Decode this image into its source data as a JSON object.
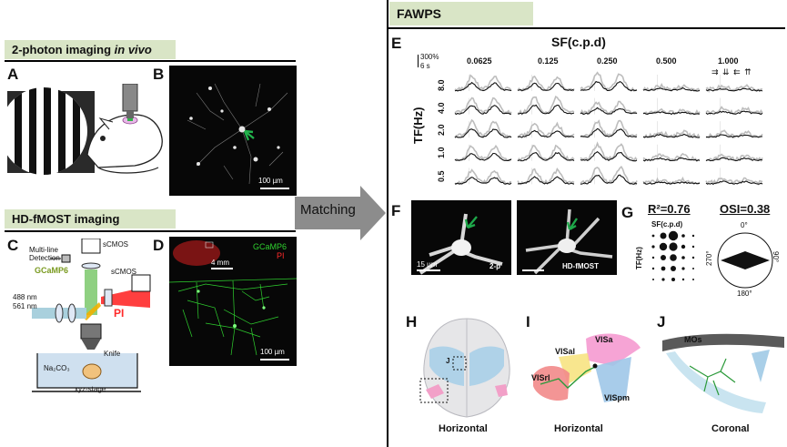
{
  "left": {
    "section1_title_plain": "2-photon imaging ",
    "section1_title_italic": "in vivo",
    "section2_title": "HD-fMOST imaging",
    "panel_A": "A",
    "panel_B": "B",
    "panel_C": "C",
    "panel_D": "D",
    "b_scale": "100 µm",
    "c_labels": {
      "multiline": "Multi-line",
      "detection": "Detection",
      "scmos_top": "sCMOS",
      "gcamp": "GCaMP6",
      "scmos_right": "sCMOS",
      "l488": "488 nm",
      "l561": "561 nm",
      "pi": "PI",
      "knife": "Knife",
      "na2co3": "Na₂CO₃",
      "stage": "xyz-stage"
    },
    "d_labels": {
      "gcamp": "GCaMP6",
      "pi": "PI",
      "scale_mm": "4 mm",
      "scale_um": "100 µm"
    }
  },
  "middle": {
    "matching": "Matching"
  },
  "right": {
    "title": "FAWPS",
    "panel_E": "E",
    "panel_F": "F",
    "panel_G": "G",
    "panel_H": "H",
    "panel_I": "I",
    "panel_J": "J",
    "sf_title": "SF(c.p.d)",
    "sf_values": [
      "0.0625",
      "0.125",
      "0.250",
      "0.500",
      "1.000"
    ],
    "tf_axis": "TF(Hz)",
    "tf_values": [
      "8.0",
      "4.0",
      "2.0",
      "1.0",
      "0.5"
    ],
    "scale_pct": "300%",
    "scale_time": "6 s",
    "f_label_2p": "2-p",
    "f_label_hd": "HD-fMOST",
    "f_scale": "15 µm",
    "g_r2": "R²=0.76",
    "g_osi": "OSI=0.38",
    "g_sf": "SF(c.p.d)",
    "g_tf": "TF(Hz)",
    "polar_0": "0°",
    "polar_90": "90°",
    "polar_180": "180°",
    "polar_270": "270°",
    "h_caption": "Horizontal",
    "h_mark": "J",
    "i_caption": "Horizontal",
    "i_vis": [
      "VISa",
      "VISal",
      "VISrl",
      "VISpm"
    ],
    "j_caption": "Coronal",
    "j_mos": "MOs"
  },
  "colors": {
    "header_bg": "#d9e5c6",
    "gcamp_green": "#2fd12f",
    "pi_red": "#ff2a2a",
    "mean_trace": "#111111",
    "trial_trace": "#bdbdbd",
    "arrow_green": "#1ea84a"
  }
}
